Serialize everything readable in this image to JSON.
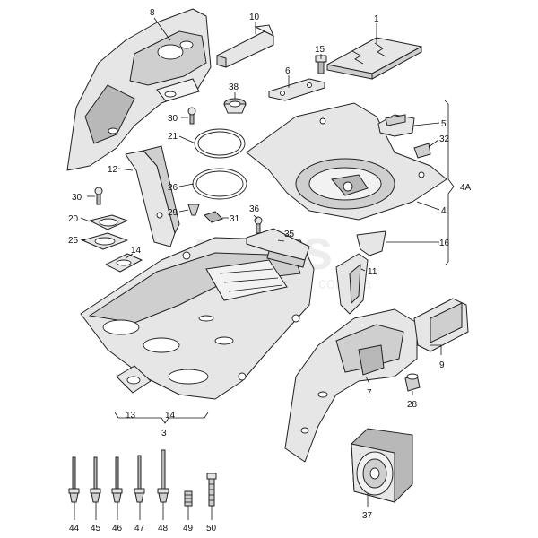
{
  "watermark": {
    "main": "parts",
    "sub": "com.ua"
  },
  "callouts": {
    "c1": "1",
    "c3": "3",
    "c4": "4",
    "c4a": "4A",
    "c5": "5",
    "c6": "6",
    "c7": "7",
    "c8": "8",
    "c9": "9",
    "c10": "10",
    "c11": "11",
    "c12": "12",
    "c13": "13",
    "c14a": "14",
    "c14b": "14",
    "c15": "15",
    "c16": "16",
    "c20": "20",
    "c21": "21",
    "c25": "25",
    "c26": "26",
    "c28": "28",
    "c29": "29",
    "c30a": "30",
    "c30b": "30",
    "c31": "31",
    "c32": "32",
    "c35": "35",
    "c36": "36",
    "c37": "37",
    "c38": "38",
    "c44": "44",
    "c45": "45",
    "c46": "46",
    "c47": "47",
    "c48": "48",
    "c49": "49",
    "c50": "50"
  }
}
